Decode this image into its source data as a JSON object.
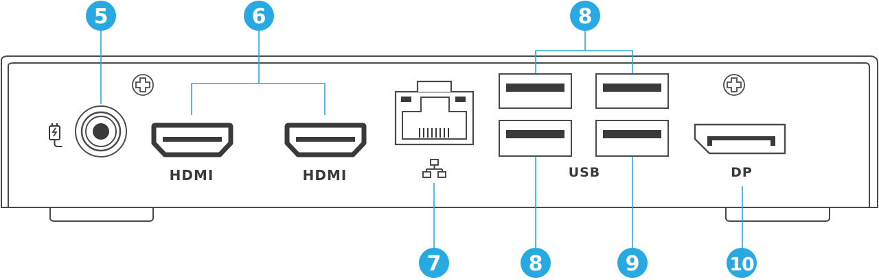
{
  "callouts": {
    "power": "5",
    "hdmi": "6",
    "usb_top": "8",
    "ethernet": "7",
    "usb_bottom_left": "8",
    "usb_bottom_right": "9",
    "displayport": "10"
  },
  "port_labels": {
    "hdmi_1": "HDMI",
    "hdmi_2": "HDMI",
    "usb": "USB",
    "displayport": "DP"
  },
  "colors": {
    "callout_fill": "#29a9e1",
    "leader_line": "#29a9e1",
    "outline": "#4a4a4a",
    "port_fill": "#3a3a3a"
  },
  "icons": {
    "power": "power-plug-icon",
    "network": "network-icon",
    "screw": "screw-icon"
  }
}
